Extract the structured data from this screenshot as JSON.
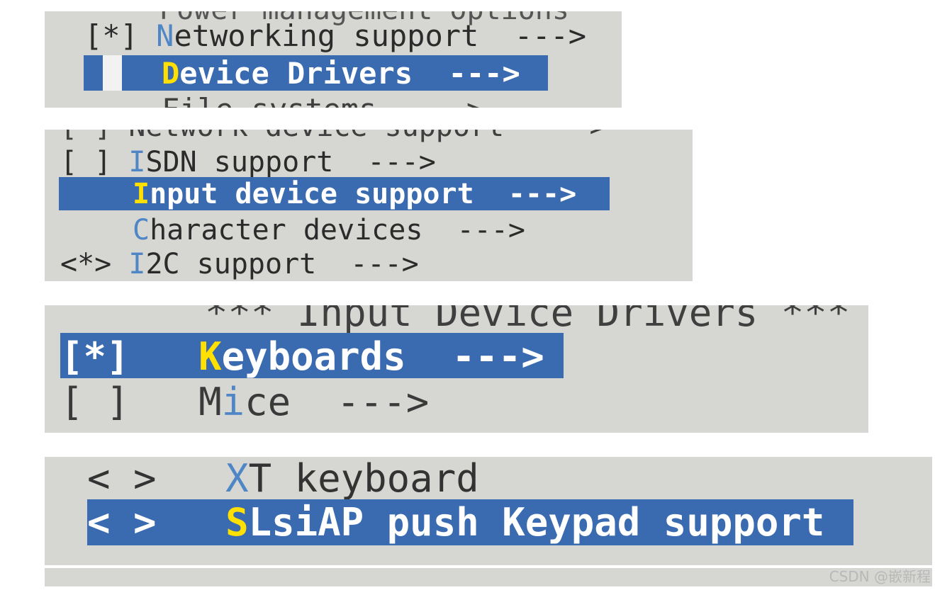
{
  "panel1": {
    "cut_top": "Power management options",
    "item_networking": {
      "mark": "[*]",
      "hotkey": "N",
      "rest": "etworking support  --->"
    },
    "item_device_drivers": {
      "hotkey": "D",
      "rest": "evice Drivers  --->"
    },
    "cut_bottom": "File systems  --->"
  },
  "panel2": {
    "cut_top": "[ ] Network device support  --->",
    "item_isdn": {
      "mark": "[ ]",
      "hotkey": "I",
      "rest": "SDN support  --->"
    },
    "item_input": {
      "mark": "",
      "hotkey": "I",
      "rest": "nput device support  --->"
    },
    "item_char": {
      "mark": "",
      "hotkey": "C",
      "rest": "haracter devices  --->"
    },
    "item_i2c": {
      "mark": "<*>",
      "hotkey": "I",
      "rest": "2C support  --->"
    }
  },
  "panel3": {
    "header": "*** Input Device Drivers ***",
    "item_keyboards": {
      "mark": "[*]",
      "hotkey": "K",
      "rest": "eyboards  --->"
    },
    "item_mice": {
      "mark": "[ ]",
      "pre": "M",
      "hotkey": "i",
      "rest": "ce  --->"
    }
  },
  "panel4": {
    "item_xt": {
      "mark": "< >",
      "hotkey": "X",
      "rest": "T keyboard"
    },
    "item_slsiap": {
      "mark": "< >",
      "hotkey": "S",
      "rest": "LsiAP push Keypad support"
    }
  },
  "watermark": "CSDN @嵌新程"
}
